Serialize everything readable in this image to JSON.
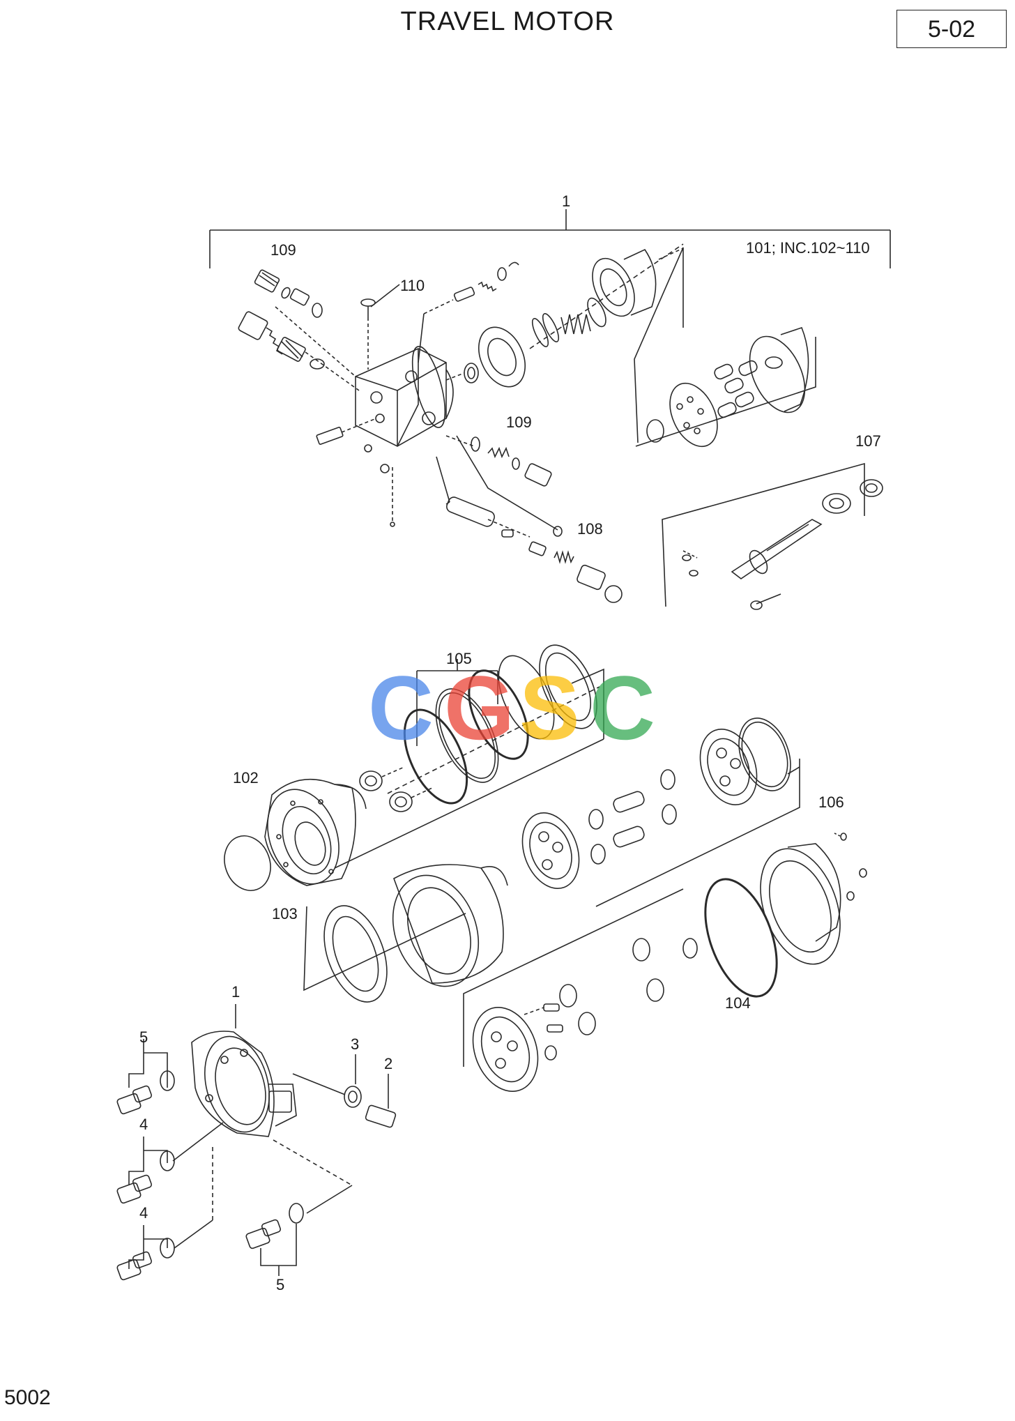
{
  "page": {
    "title": "TRAVEL MOTOR",
    "page_code": "5-02",
    "footer_code": "5002"
  },
  "watermark": {
    "letters": [
      "C",
      "G",
      "S",
      "C"
    ],
    "colors": [
      "#4a86e8",
      "#ea4335",
      "#fbbc05",
      "#34a853"
    ]
  },
  "callouts": {
    "assembly": "1",
    "includes": "101; INC.102~110",
    "p109_left": "109",
    "p110": "110",
    "p109_right": "109",
    "p108": "108",
    "p107": "107",
    "p105": "105",
    "p102": "102",
    "p103": "103",
    "p106": "106",
    "p104": "104",
    "lower_assembly": "1",
    "p5_top": "5",
    "p4_mid": "4",
    "p4_low": "4",
    "p5_bottom": "5",
    "p3": "3",
    "p2": "2"
  }
}
